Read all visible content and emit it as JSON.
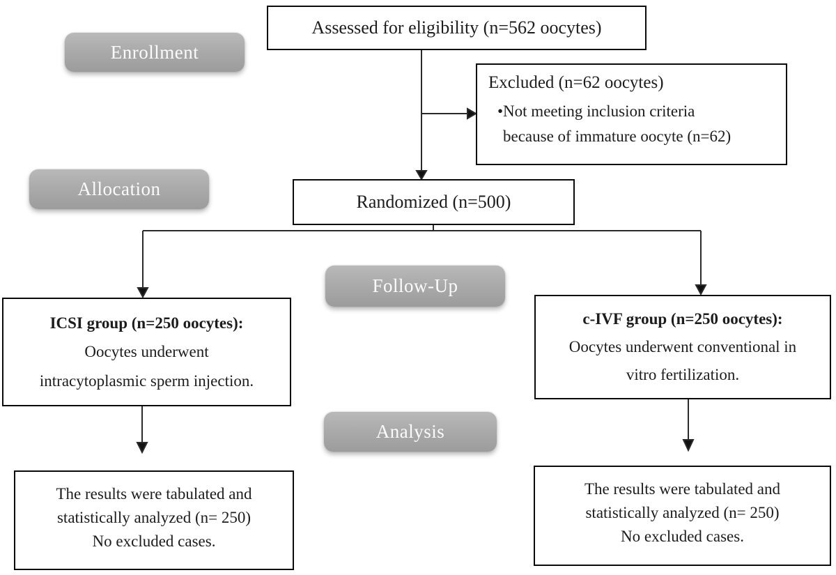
{
  "figure": {
    "type": "CONSORT randomization flow diagram",
    "colors": {
      "stage_label_gray": "#a8a8a8",
      "stage_label_text": "#fbfbfb",
      "box_border": "#0a0a0a",
      "background": "#ffffff"
    },
    "stages": {
      "enrollment": "Enrollment",
      "allocation": "Allocation",
      "followup": "Follow-Up",
      "analysis": "Analysis"
    },
    "boxes": {
      "assessed": {
        "text": "Assessed for eligibility (n=562 oocytes)"
      },
      "excluded": {
        "title": "Excluded (n=62 oocytes)",
        "bullet_line1": "•Not meeting inclusion criteria",
        "bullet_line2": "because of immature oocyte (n=62)"
      },
      "randomized": {
        "text": "Randomized (n=500)"
      },
      "icsi": {
        "title": "ICSI group (n=250 oocytes):",
        "line1": "Oocytes underwent",
        "line2": "intracytoplasmic sperm injection."
      },
      "civf": {
        "title": "c-IVF group (n=250 oocytes):",
        "line1": "Oocytes underwent conventional in",
        "line2": "vitro fertilization."
      },
      "analysis_left": {
        "line1": "The results were tabulated and",
        "line2": "statistically analyzed (n= 250)",
        "line3": "No excluded cases."
      },
      "analysis_right": {
        "line1": "The results were tabulated and",
        "line2": "statistically analyzed (n= 250)",
        "line3": "No excluded cases."
      }
    }
  }
}
